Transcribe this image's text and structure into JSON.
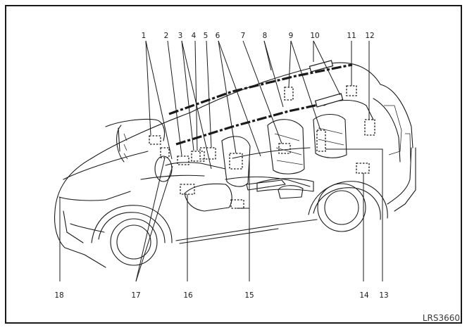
{
  "diagram": {
    "title": "Vehicle component locations (side view)",
    "figure_code": "LRS3660",
    "callouts": [
      {
        "id": "1",
        "label": "1"
      },
      {
        "id": "2",
        "label": "2"
      },
      {
        "id": "3",
        "label": "3"
      },
      {
        "id": "4",
        "label": "4"
      },
      {
        "id": "5",
        "label": "5"
      },
      {
        "id": "6",
        "label": "6"
      },
      {
        "id": "7",
        "label": "7"
      },
      {
        "id": "8",
        "label": "8"
      },
      {
        "id": "9",
        "label": "9"
      },
      {
        "id": "10",
        "label": "10"
      },
      {
        "id": "11",
        "label": "11"
      },
      {
        "id": "12",
        "label": "12"
      },
      {
        "id": "13",
        "label": "13"
      },
      {
        "id": "14",
        "label": "14"
      },
      {
        "id": "15",
        "label": "15"
      },
      {
        "id": "16",
        "label": "16"
      },
      {
        "id": "17",
        "label": "17"
      },
      {
        "id": "18",
        "label": "18"
      }
    ]
  }
}
